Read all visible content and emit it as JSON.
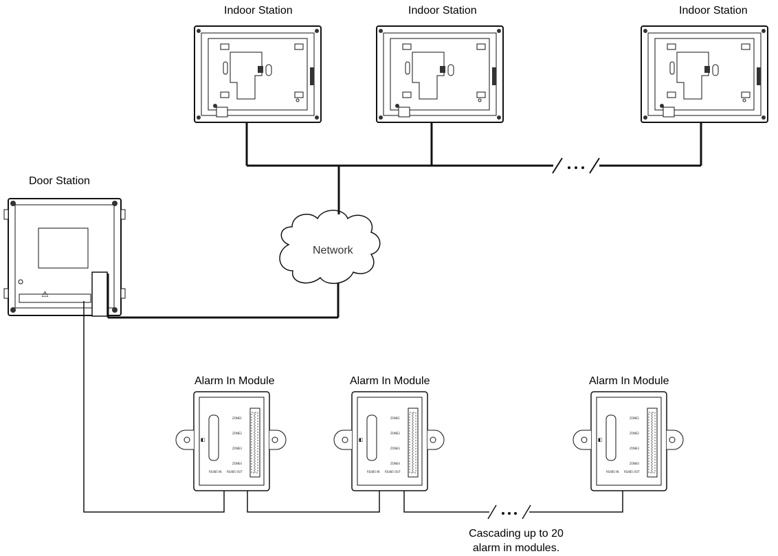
{
  "labels": {
    "indoor_station": "Indoor Station",
    "door_station": "Door Station",
    "network": "Network",
    "alarm_in_module": "Alarm In Module",
    "cascade_line1": "Cascading up to 20",
    "cascade_line2": "alarm in modules."
  },
  "continuation_mark": "/ • • • /"
}
